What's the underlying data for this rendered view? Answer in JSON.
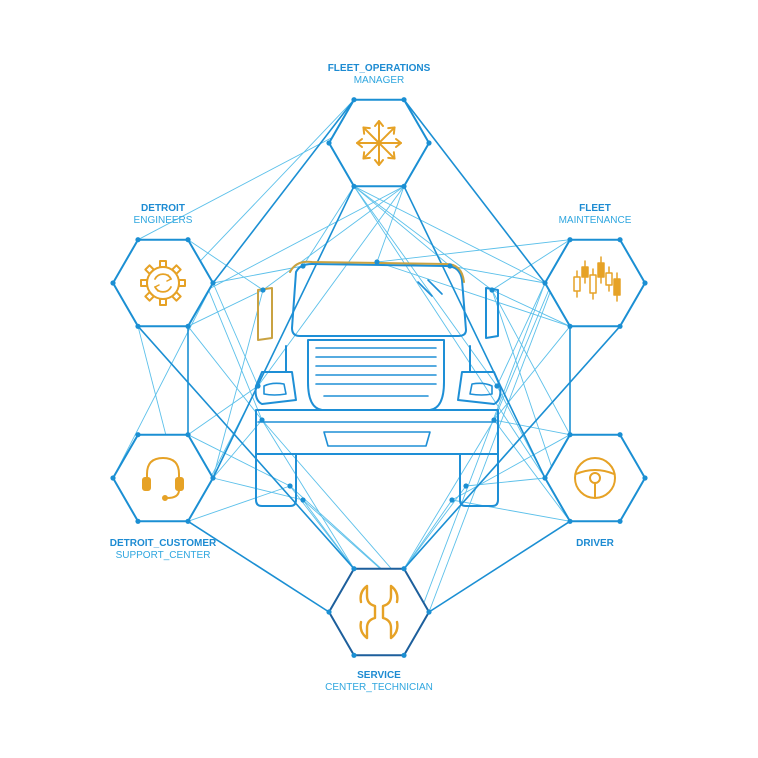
{
  "colors": {
    "hex_stroke": "#1b8fd3",
    "hex_stroke_dark": "#1d5f9c",
    "mesh_line": "#5cc0ea",
    "icon": "#e6a226",
    "truck": "#1e8fd6",
    "truck_cab": "#c9a241",
    "label_bold": "#1d8bd2",
    "label_light": "#2fa6df",
    "background": "#ffffff"
  },
  "nodes": [
    {
      "id": "fleet-operations-manager",
      "line1": "FLEET_OPERATIONS",
      "line2": "MANAGER",
      "icon": "directions-arrows-icon"
    },
    {
      "id": "fleet-maintenance",
      "line1": "FLEET",
      "line2": "MAINTENANCE",
      "icon": "candlestick-chart-icon"
    },
    {
      "id": "driver",
      "line1": "DRIVER",
      "line2": "",
      "icon": "steering-wheel-icon"
    },
    {
      "id": "service-center-technician",
      "line1": "SERVICE",
      "line2": "CENTER_TECHNICIAN",
      "icon": "wrench-icon"
    },
    {
      "id": "detroit-customer-support-center",
      "line1": "DETROIT_CUSTOMER",
      "line2": "SUPPORT_CENTER",
      "icon": "headset-icon"
    },
    {
      "id": "detroit-engineers",
      "line1": "DETROIT",
      "line2": "ENGINEERS",
      "icon": "gear-icon"
    }
  ],
  "center": {
    "icon": "truck-front-icon"
  }
}
